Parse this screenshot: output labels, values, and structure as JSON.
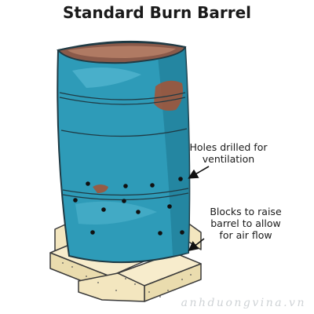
{
  "diagram": {
    "title": "Standard Burn Barrel",
    "callouts": [
      {
        "id": "holes",
        "text_lines": [
          "Holes drilled for",
          "ventilation"
        ]
      },
      {
        "id": "blocks",
        "text_lines": [
          "Blocks to raise",
          "barrel to allow",
          "for air flow"
        ]
      }
    ],
    "watermark": "anhduongvina.vn"
  },
  "colors": {
    "barrel_blue": "#2e9bb8",
    "barrel_dark": "#217d97",
    "rust": "#a0553a",
    "block": "#f3e6bf",
    "outline": "#1f3a44"
  }
}
